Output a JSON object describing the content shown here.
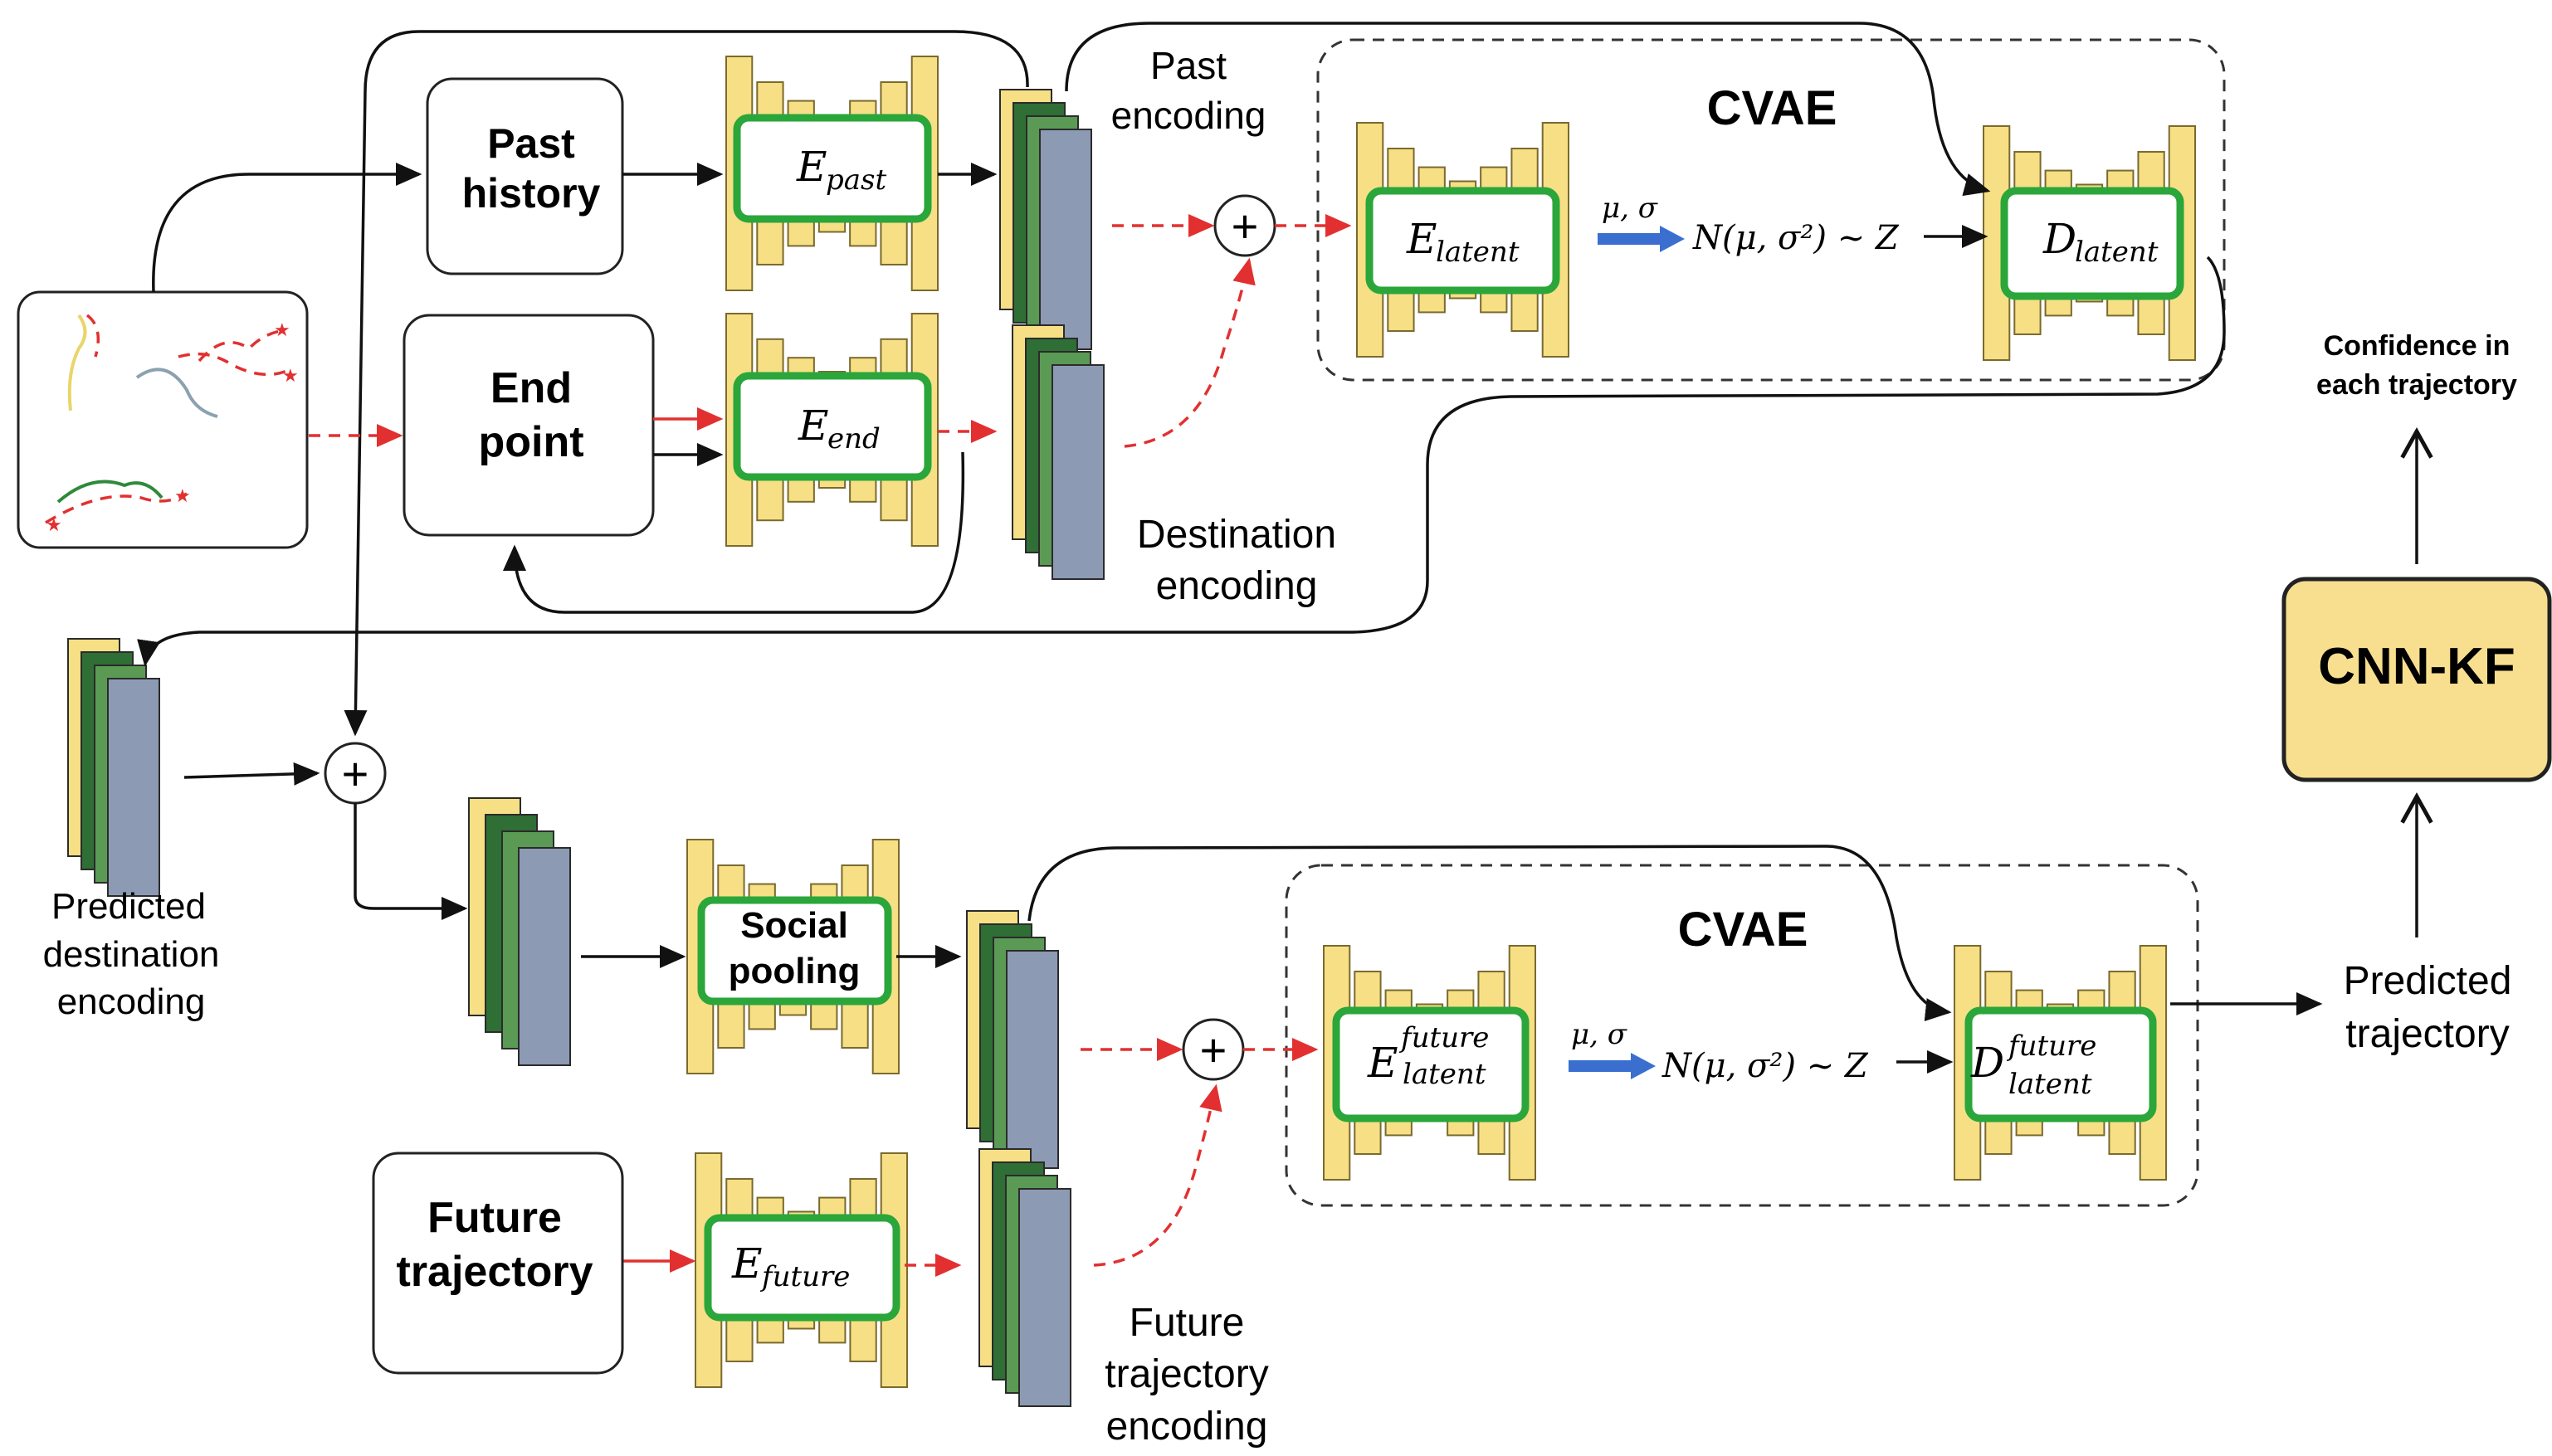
{
  "labels": {
    "past_history": [
      "Past",
      "history"
    ],
    "end_point": [
      "End",
      "point"
    ],
    "past_encoding": [
      "Past",
      "encoding"
    ],
    "destination_encoding": [
      "Destination",
      "encoding"
    ],
    "cvae_top": "CVAE",
    "cvae_bottom": "CVAE",
    "mu_sigma_top": "μ, σ",
    "mu_sigma_bottom": "μ, σ",
    "dist_top": "N(μ, σ²) ~ Z",
    "dist_bottom": "N(μ, σ²) ~ Z",
    "predicted_destination_encoding": [
      "Predicted",
      "destination",
      "encoding"
    ],
    "social_pooling": [
      "Social",
      "pooling"
    ],
    "future_trajectory": [
      "Future",
      "trajectory"
    ],
    "future_trajectory_encoding": [
      "Future",
      "trajectory",
      "encoding"
    ],
    "predicted_trajectory": [
      "Predicted",
      "trajectory"
    ],
    "cnn_kf": "CNN-KF",
    "confidence": [
      "Confidence in",
      "each trajectory"
    ]
  },
  "encoders": {
    "e_past": {
      "main": "E",
      "sub": "past"
    },
    "e_end": {
      "main": "E",
      "sub": "end"
    },
    "e_latent": {
      "main": "E",
      "sub": "latent"
    },
    "d_latent": {
      "main": "D",
      "sub": "latent"
    },
    "e_future_latent": {
      "main": "E",
      "sup": "future",
      "sub": "latent"
    },
    "d_future_latent": {
      "main": "D",
      "sup": "future",
      "sub": "latent"
    },
    "e_future": {
      "main": "E",
      "sub": "future"
    }
  },
  "colors": {
    "encoder_yellow": "#f7df85",
    "highlight_green": "#2aa63a",
    "feature_green_dark": "#2f6e35",
    "feature_green_light": "#5a9a55",
    "feature_blue": "#8d9ab3",
    "arrow_red": "#e23030",
    "arrow_blue": "#3a6fd0",
    "cnn_kf_fill": "#f7df8f"
  }
}
